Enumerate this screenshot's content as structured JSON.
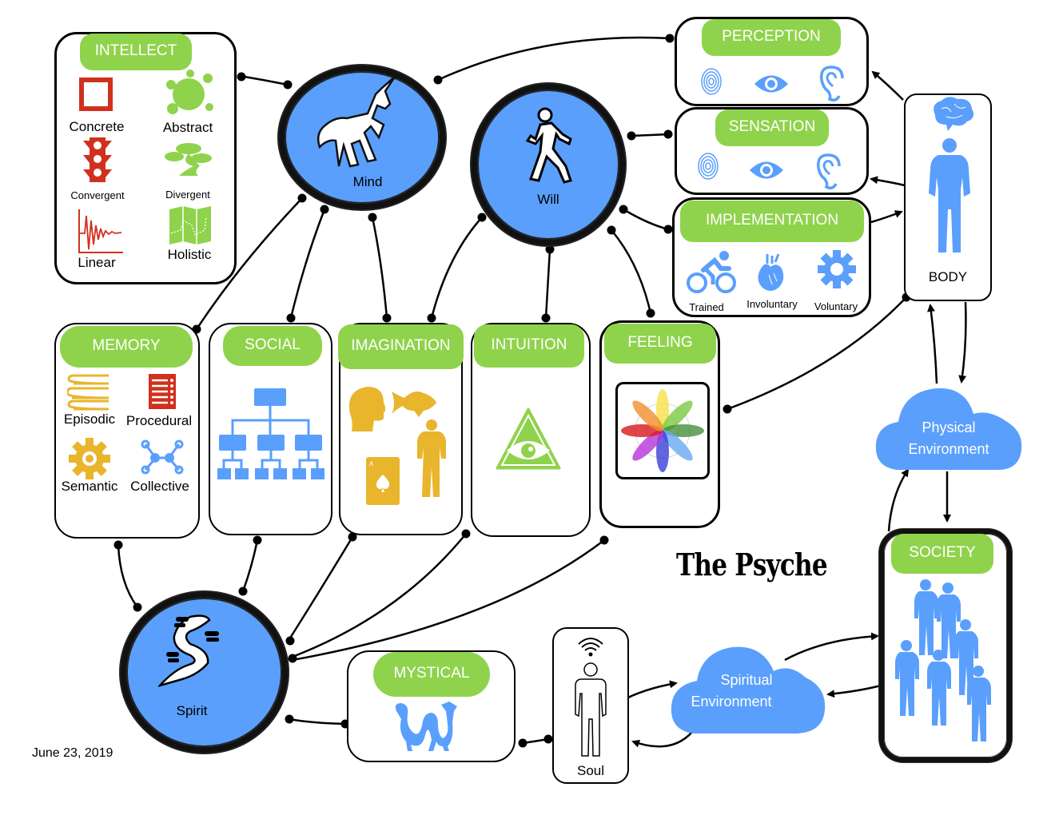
{
  "title": "The Psyche",
  "date": "June 23, 2019",
  "colors": {
    "node_blue": "#5a9ffc",
    "pill_green": "#8fd34c",
    "intellect_red": "#d0311e",
    "intellect_green": "#8fd34c",
    "memory_gold": "#e8b52c"
  },
  "hubs": {
    "mind": {
      "label": "Mind",
      "icon": "unicorn-icon"
    },
    "will": {
      "label": "Will",
      "icon": "walking-person-icon"
    },
    "spirit": {
      "label": "Spirit",
      "icon": "winding-road-icon"
    }
  },
  "intellect": {
    "header": "INTELLECT",
    "items": [
      {
        "label": "Concrete",
        "icon": "square-frame-icon"
      },
      {
        "label": "Abstract",
        "icon": "splat-icon"
      },
      {
        "label": "Convergent",
        "icon": "traffic-light-icon"
      },
      {
        "label": "Divergent",
        "icon": "bonsai-tree-icon"
      },
      {
        "label": "Linear",
        "icon": "damped-wave-icon"
      },
      {
        "label": "Holistic",
        "icon": "map-icon"
      }
    ]
  },
  "perception": {
    "header": "PERCEPTION",
    "icons": [
      "fingerprint-icon",
      "eye-icon",
      "ear-icon"
    ]
  },
  "sensation": {
    "header": "SENSATION",
    "icons": [
      "fingerprint-icon",
      "eye-icon",
      "ear-icon"
    ]
  },
  "implementation": {
    "header": "IMPLEMENTATION",
    "items": [
      {
        "label": "Trained",
        "icon": "cyclist-icon"
      },
      {
        "label": "Involuntary",
        "icon": "heart-icon"
      },
      {
        "label": "Voluntary",
        "icon": "gear-icon"
      }
    ]
  },
  "body": {
    "label": "BODY",
    "icons": [
      "brain-icon",
      "standing-person-icon"
    ]
  },
  "memory": {
    "header": "MEMORY",
    "items": [
      {
        "label": "Episodic",
        "icon": "books-icon"
      },
      {
        "label": "Procedural",
        "icon": "checklist-icon"
      },
      {
        "label": "Semantic",
        "icon": "gear-icon"
      },
      {
        "label": "Collective",
        "icon": "network-icon"
      }
    ]
  },
  "social": {
    "header": "SOCIAL",
    "icon": "org-chart-icon"
  },
  "imagination": {
    "header": "IMAGINATION",
    "icons": [
      "head-icon",
      "goldfish-icon",
      "person-icon",
      "ace-of-spades-icon"
    ]
  },
  "intuition": {
    "header": "INTUITION",
    "icon": "eye-triangle-icon"
  },
  "feeling": {
    "header": "FEELING",
    "icon": "emotion-wheel-image"
  },
  "mystical": {
    "header": "MYSTICAL",
    "icon": "dragon-icon"
  },
  "soul": {
    "label": "Soul",
    "icon": "person-signal-icon"
  },
  "physical_env": {
    "line1": "Physical",
    "line2": "Environment"
  },
  "spiritual_env": {
    "line1": "Spiritual",
    "line2": "Environment"
  },
  "society": {
    "header": "SOCIETY",
    "icon": "crowd-icon"
  }
}
